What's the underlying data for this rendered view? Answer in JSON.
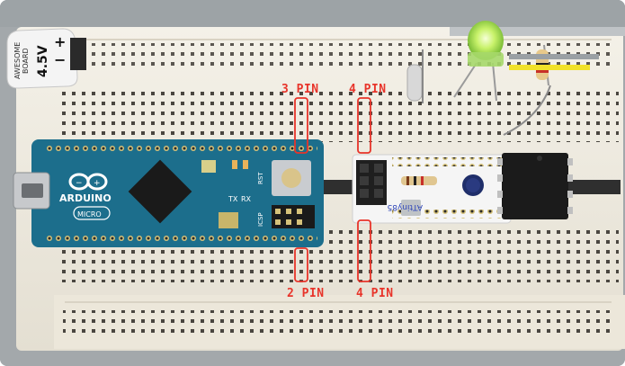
{
  "labels": {
    "top_left": "3 PIN",
    "top_right": "4 PIN",
    "bottom_left": "2 PIN",
    "bottom_right": "4 PIN"
  },
  "battery_board": {
    "brand_line1": "AWESOME",
    "brand_line2": "BOARD",
    "plus": "+",
    "minus": "−",
    "voltage": "4.5V"
  },
  "arduino": {
    "name": "ARDUINO",
    "model": "MICRO",
    "tx": "TX",
    "rx": "RX",
    "icsp": "ICSP",
    "rst": "RST"
  },
  "attiny": {
    "name": "ATtiny85"
  },
  "colors": {
    "label_red": "#e8342a",
    "arduino_blue": "#1c6e8c",
    "breadboard": "#f1ede2",
    "led_green": "#c8f26a",
    "programmer_blue": "#2f46b8"
  }
}
